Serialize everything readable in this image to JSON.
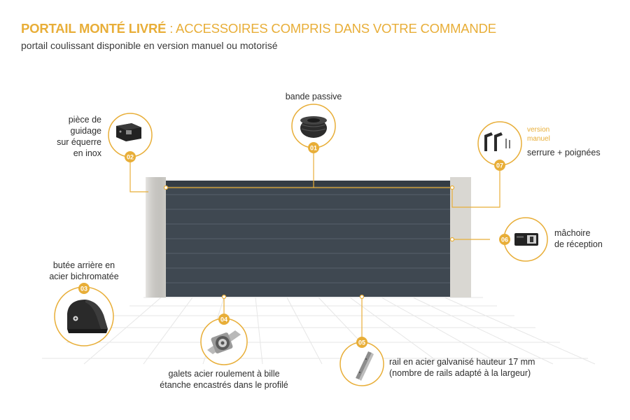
{
  "header": {
    "title_bold": "PORTAIL MONTÉ LIVRÉ",
    "title_rest": " : ACCESSOIRES COMPRIS DANS VOTRE COMMANDE",
    "subtitle": "portail coulissant disponible en version manuel ou motorisé"
  },
  "colors": {
    "accent": "#e8ae38",
    "gate": "#3f4851",
    "pillar": "#d9d7d2",
    "text": "#2e2e2e"
  },
  "accessories": [
    {
      "number": "01",
      "label_lines": [
        "bande passive"
      ],
      "icon": "rubber-strip-roll"
    },
    {
      "number": "02",
      "label_lines": [
        "pièce de",
        "guidage",
        "sur équerre",
        "en inox"
      ],
      "icon": "guide-bracket"
    },
    {
      "number": "03",
      "label_lines": [
        "butée arrière en",
        "acier bichromatée"
      ],
      "icon": "rear-stop"
    },
    {
      "number": "04",
      "label_lines": [
        "galets acier roulement à bille",
        "étanche encastrés dans le profilé"
      ],
      "icon": "roller-wheel"
    },
    {
      "number": "05",
      "label_lines": [
        "rail en acier galvanisé hauteur 17 mm",
        "(nombre de rails adapté à la largeur)"
      ],
      "icon": "steel-rail"
    },
    {
      "number": "06",
      "label_lines": [
        "mâchoire",
        "de réception"
      ],
      "icon": "receiving-jaw"
    },
    {
      "number": "07",
      "label_lines": [
        "serrure + poignées"
      ],
      "version_lines": [
        "version",
        "manuel"
      ],
      "icon": "lock-handles"
    }
  ]
}
